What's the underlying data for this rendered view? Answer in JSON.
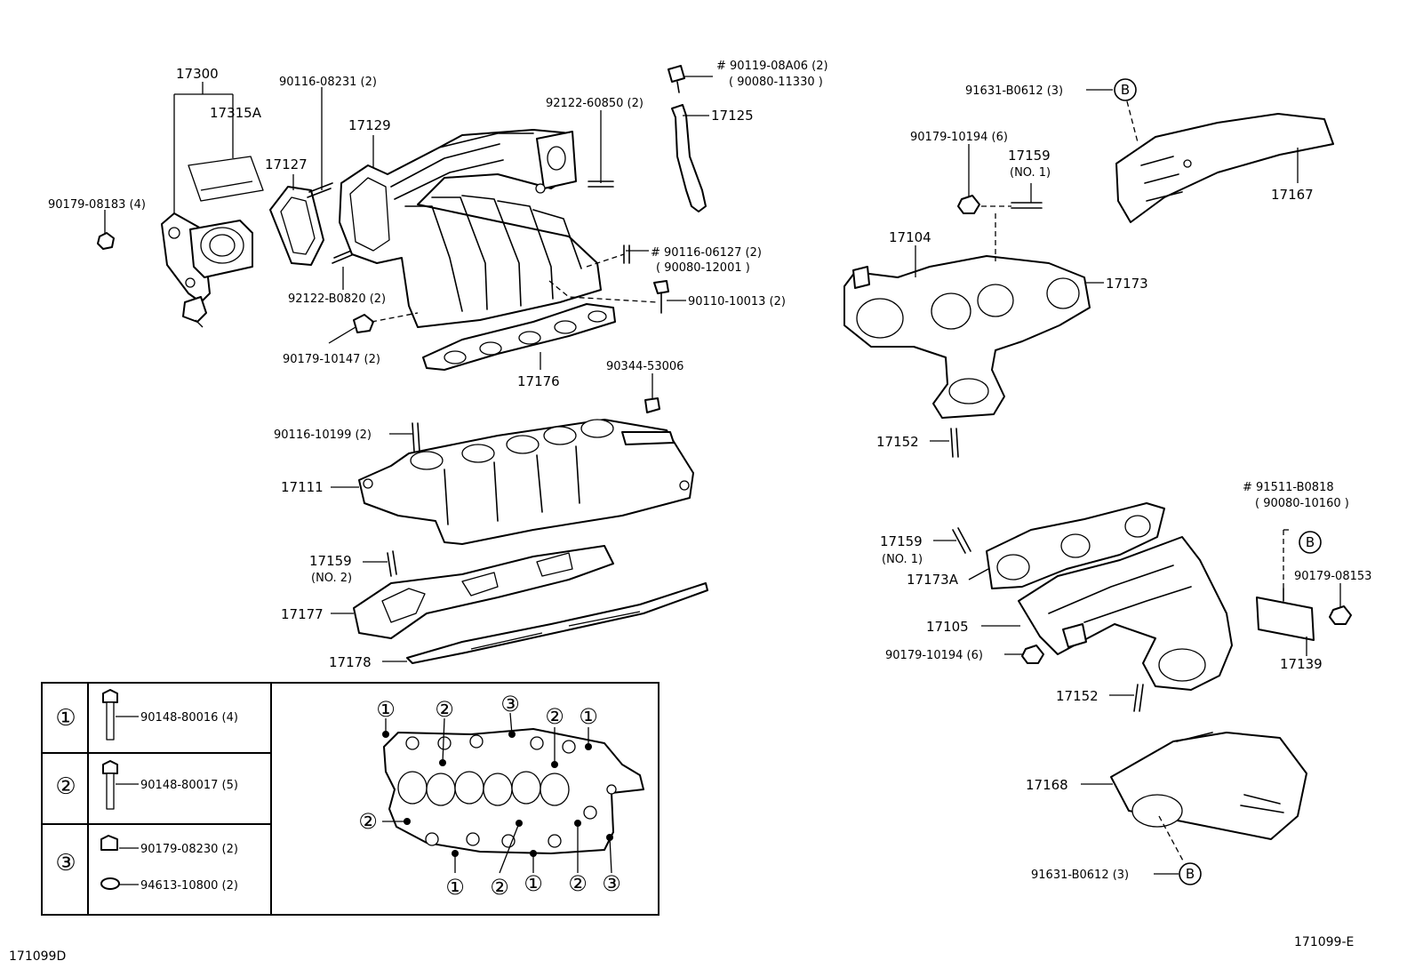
{
  "labels": {
    "l17300": "17300",
    "l17315A": "17315A",
    "l90116_08231": "90116-08231 (2)",
    "l17129": "17129",
    "l17127": "17127",
    "l92122_60850": "92122-60850 (2)",
    "l90119_08A06": "# 90119-08A06 (2)",
    "l90080_11330": "( 90080-11330 )",
    "l17125": "17125",
    "l90179_08183": "90179-08183 (4)",
    "l90116_06127": "# 90116-06127 (2)",
    "l90080_12001": "( 90080-12001 )",
    "l92122_B0820": "92122-B0820 (2)",
    "l90110_10013": "90110-10013 (2)",
    "l90179_10147": "90179-10147 (2)",
    "l17176": "17176",
    "l90344_53006": "90344-53006",
    "l90116_10199": "90116-10199 (2)",
    "l17111": "17111",
    "l17159_no2": "17159",
    "l17159_no2_sub": "(NO. 2)",
    "l17177": "17177",
    "l17178": "17178",
    "l91631_B0612_top": "91631-B0612 (3)",
    "l90179_10194_top": "90179-10194 (6)",
    "l17159_no1_top": "17159",
    "l17159_no1_top_sub": "(NO. 1)",
    "l17167": "17167",
    "l17104": "17104",
    "l17173": "17173",
    "l17152_top": "17152",
    "l91511_B0818": "# 91511-B0818",
    "l90080_10160": "( 90080-10160 )",
    "l17159_no1_mid": "17159",
    "l17159_no1_mid_sub": "(NO. 1)",
    "l17173A": "17173A",
    "l90179_08153": "90179-08153",
    "l17105": "17105",
    "l90179_10194_mid": "90179-10194 (6)",
    "l17139": "17139",
    "l17152_mid": "17152",
    "l17168": "17168",
    "l91631_B0612_bot": "91631-B0612 (3)",
    "ref_B": "B"
  },
  "legend": {
    "rows": [
      {
        "marker": "①",
        "parts": [
          "90148-80016 (4)"
        ]
      },
      {
        "marker": "②",
        "parts": [
          "90148-80017 (5)"
        ]
      },
      {
        "marker": "③",
        "parts": [
          "90179-08230 (2)",
          "94613-10800 (2)"
        ]
      }
    ],
    "bolt_markers": {
      "one": "①",
      "two": "②",
      "three": "③"
    }
  },
  "codes": {
    "bottom_left": "171099D",
    "bottom_right": "171099-E"
  }
}
